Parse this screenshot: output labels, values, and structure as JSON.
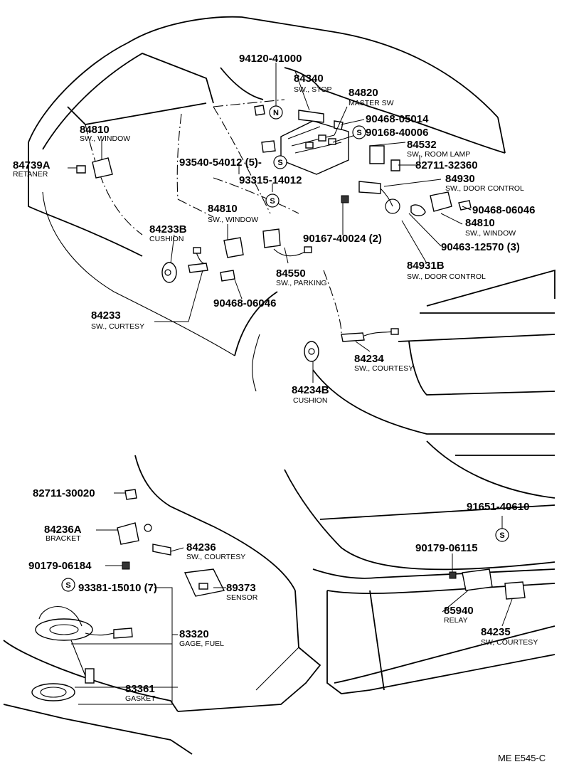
{
  "parts": [
    {
      "id": "p1",
      "number": "94120-41000",
      "desc": ""
    },
    {
      "id": "p2",
      "number": "84340",
      "desc": "SW., STOP"
    },
    {
      "id": "p3",
      "number": "84820",
      "desc": "MASTER SW"
    },
    {
      "id": "p4",
      "number": "90468-05014",
      "desc": ""
    },
    {
      "id": "p5",
      "number": "90168-40006",
      "desc": ""
    },
    {
      "id": "p6",
      "number": "84532",
      "desc": "SW., ROOM LAMP"
    },
    {
      "id": "p7",
      "number": "82711-32360",
      "desc": ""
    },
    {
      "id": "p8",
      "number": "84930",
      "desc": "SW., DOOR CONTROL"
    },
    {
      "id": "p9",
      "number": "90468-06046",
      "desc": ""
    },
    {
      "id": "p10",
      "number": "84810",
      "desc": "SW., WINDOW"
    },
    {
      "id": "p11",
      "number": "90463-12570 (3)",
      "desc": ""
    },
    {
      "id": "p12",
      "number": "84931B",
      "desc": "SW., DOOR CONTROL"
    },
    {
      "id": "p13",
      "number": "90167-40024 (2)",
      "desc": ""
    },
    {
      "id": "p14",
      "number": "84810",
      "desc": "SW., WINDOW"
    },
    {
      "id": "p15",
      "number": "84739A",
      "desc": "RETANER"
    },
    {
      "id": "p16",
      "number": "93540-54012 (5)-",
      "desc": ""
    },
    {
      "id": "p17",
      "number": "93315-14012",
      "desc": ""
    },
    {
      "id": "p18",
      "number": "84810",
      "desc": "SW., WINDOW"
    },
    {
      "id": "p19",
      "number": "84233B",
      "desc": "CUSHION"
    },
    {
      "id": "p20",
      "number": "84550",
      "desc": "SW., PARKING"
    },
    {
      "id": "p21",
      "number": "90468-06046",
      "desc": ""
    },
    {
      "id": "p22",
      "number": "84233",
      "desc": "SW., CURTESY"
    },
    {
      "id": "p23",
      "number": "84234",
      "desc": "SW., COURTESY"
    },
    {
      "id": "p24",
      "number": "84234B",
      "desc": "CUSHION"
    },
    {
      "id": "p25",
      "number": "82711-30020",
      "desc": ""
    },
    {
      "id": "p26",
      "number": "84236A",
      "desc": "BRACKET"
    },
    {
      "id": "p27",
      "number": "84236",
      "desc": "SW., COURTESY"
    },
    {
      "id": "p28",
      "number": "90179-06184",
      "desc": ""
    },
    {
      "id": "p29",
      "number": "93381-15010 (7)",
      "desc": ""
    },
    {
      "id": "p30",
      "number": "89373",
      "desc": "SENSOR"
    },
    {
      "id": "p31",
      "number": "83320",
      "desc": "GAGE, FUEL"
    },
    {
      "id": "p32",
      "number": "83361",
      "desc": "GASKET"
    },
    {
      "id": "p33",
      "number": "91651-40610",
      "desc": ""
    },
    {
      "id": "p34",
      "number": "90179-06115",
      "desc": ""
    },
    {
      "id": "p35",
      "number": "85940",
      "desc": "RELAY"
    },
    {
      "id": "p36",
      "number": "84235",
      "desc": "SW, COURTESY"
    }
  ],
  "symbols": {
    "s": "S",
    "n": "N"
  },
  "reference": "ME E545-C"
}
